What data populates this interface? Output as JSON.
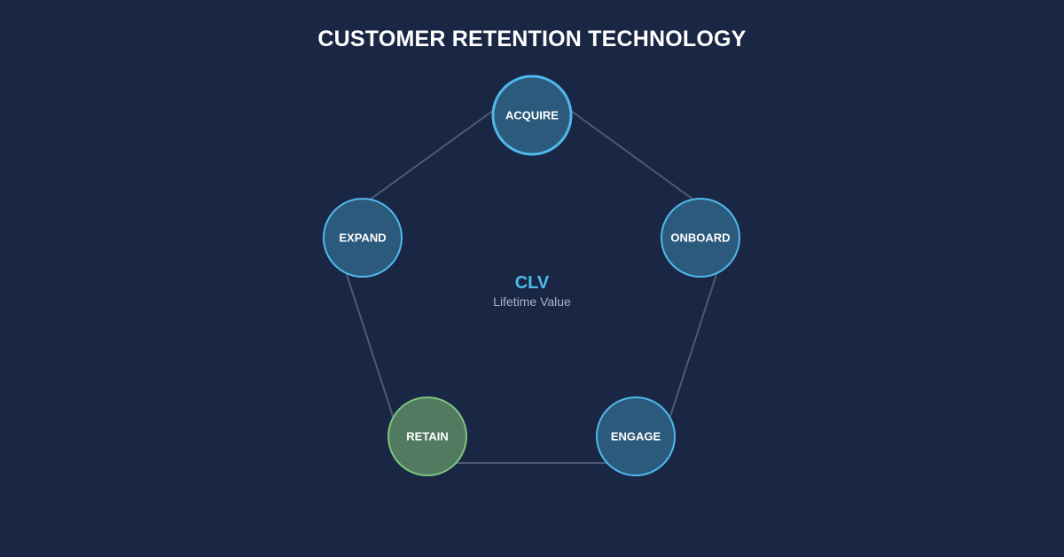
{
  "title": "CUSTOMER RETENTION TECHNOLOGY",
  "center": {
    "title": "CLV",
    "subtitle": "Lifetime Value"
  },
  "colors": {
    "background": "#1a2744",
    "node_fill": "#2c5a7c",
    "node_stroke": "#4fb8ec",
    "highlight_fill": "#527a60",
    "highlight_stroke": "#7cc47f",
    "edge": "#4e5a75",
    "center_title": "#4fb8ec",
    "center_subtitle": "#a9b3c4"
  },
  "cycle": [
    {
      "id": "acquire",
      "label": "ACQUIRE",
      "active": true,
      "highlight": false
    },
    {
      "id": "onboard",
      "label": "ONBOARD",
      "active": false,
      "highlight": false
    },
    {
      "id": "engage",
      "label": "ENGAGE",
      "active": false,
      "highlight": false
    },
    {
      "id": "retain",
      "label": "RETAIN",
      "active": false,
      "highlight": true
    },
    {
      "id": "expand",
      "label": "EXPAND",
      "active": false,
      "highlight": false
    }
  ],
  "edges": [
    {
      "from": "acquire",
      "to": "onboard"
    },
    {
      "from": "onboard",
      "to": "engage"
    },
    {
      "from": "engage",
      "to": "retain"
    },
    {
      "from": "retain",
      "to": "expand"
    },
    {
      "from": "expand",
      "to": "acquire"
    }
  ]
}
